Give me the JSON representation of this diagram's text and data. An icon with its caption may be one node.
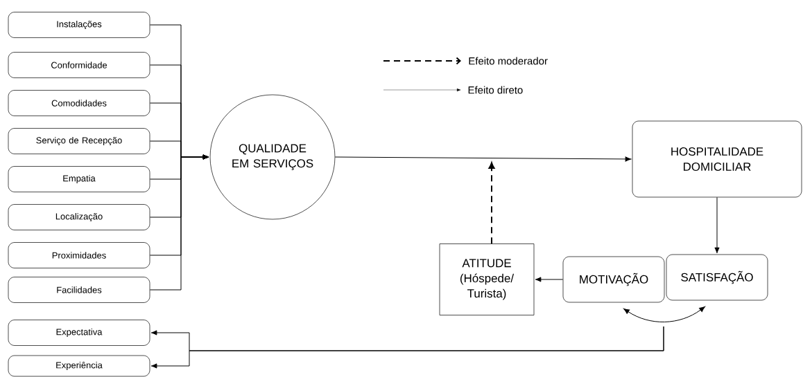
{
  "diagram": {
    "nodes": [
      {
        "text": [
          "Instalações"
        ]
      },
      {
        "text": [
          "Conformidade"
        ]
      },
      {
        "text": [
          "Comodidades"
        ]
      },
      {
        "text": [
          "Serviço de Recepção"
        ]
      },
      {
        "text": [
          "Empatia"
        ]
      },
      {
        "text": [
          "Localização"
        ]
      },
      {
        "text": [
          "Proximidades"
        ]
      },
      {
        "text": [
          "Facilidades"
        ]
      },
      {
        "text": [
          "Expectativa"
        ]
      },
      {
        "text": [
          "Experiência"
        ]
      },
      {
        "text": [
          "QUALIDADE EM SERVIÇOS"
        ]
      },
      {
        "text": [
          "HOSPITALIDADE DOMICILIAR"
        ]
      },
      {
        "text": [
          "ATITUDE (Hóspede/ Turista)"
        ]
      },
      {
        "text": [
          "MOTIVAÇÃO"
        ]
      },
      {
        "text": [
          "SATISFAÇÃO"
        ]
      }
    ],
    "edges": [
      {
        "from": 0,
        "to": 10,
        "arrow": "to"
      },
      {
        "from": 1,
        "to": 10,
        "arrow": "to"
      },
      {
        "from": 2,
        "to": 10,
        "arrow": "to"
      },
      {
        "from": 3,
        "to": 10,
        "arrow": "to"
      },
      {
        "from": 4,
        "to": 10,
        "arrow": "to"
      },
      {
        "from": 5,
        "to": 10,
        "arrow": "to"
      },
      {
        "from": 6,
        "to": 10,
        "arrow": "to"
      },
      {
        "from": 7,
        "to": 10,
        "arrow": "to"
      },
      {
        "from": 10,
        "to": 11,
        "arrow": "to"
      },
      {
        "from": 12,
        "to": null,
        "arrow": "to",
        "style": "dashed"
      },
      {
        "from": 11,
        "to": 14,
        "arrow": "to"
      },
      {
        "from": 13,
        "to": 12,
        "arrow": "to"
      },
      {
        "from": 13,
        "to": 14,
        "arrow": "both"
      },
      {
        "from": null,
        "to": 8,
        "arrow": "to"
      },
      {
        "from": null,
        "to": 9,
        "arrow": "to"
      }
    ],
    "legend": [
      {
        "text": "Efeito moderador"
      },
      {
        "text": "Efeito direto"
      }
    ]
  }
}
